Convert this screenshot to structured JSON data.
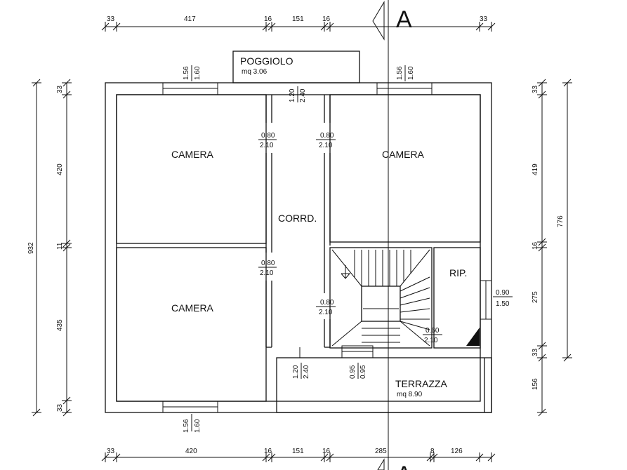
{
  "rooms": {
    "poggiolo": "POGGIOLO",
    "poggiolo_area": "mq 3.06",
    "camera_top_left": "CAMERA",
    "camera_top_right": "CAMERA",
    "camera_bottom_left": "CAMERA",
    "corridor": "CORRD.",
    "storage": "RIP.",
    "terrace": "TERRAZZA",
    "terrace_area": "mq 8.90"
  },
  "section_mark": "A",
  "dims_top": [
    "33",
    "417",
    "16",
    "151",
    "16",
    "33"
  ],
  "dims_bottom": [
    "33",
    "420",
    "16",
    "151",
    "16",
    "285",
    "8",
    "126"
  ],
  "dims_left": [
    "33",
    "420",
    "11",
    "435",
    "33",
    "932"
  ],
  "dims_right": [
    "33",
    "419",
    "16",
    "275",
    "33",
    "156",
    "776"
  ],
  "windows": {
    "top_left": [
      "1.56",
      "1.60"
    ],
    "top_right": [
      "1.56",
      "1.60"
    ],
    "bottom_left": [
      "1.56",
      "1.60"
    ]
  },
  "openings": {
    "entry_top": [
      "1.20",
      "2.40"
    ],
    "door_tl": [
      "0.80",
      "2.10"
    ],
    "door_tr": [
      "0.80",
      "2.10"
    ],
    "door_bl": [
      "0.80",
      "2.10"
    ],
    "door_br": [
      "0.80",
      "2.10"
    ],
    "entry_bottom": [
      "1.20",
      "2.40"
    ],
    "terrace_window": [
      "0.95",
      "0.95"
    ],
    "rip_door": [
      "0.60",
      "2.10"
    ],
    "side_window": [
      "0.90",
      "1.50"
    ]
  }
}
